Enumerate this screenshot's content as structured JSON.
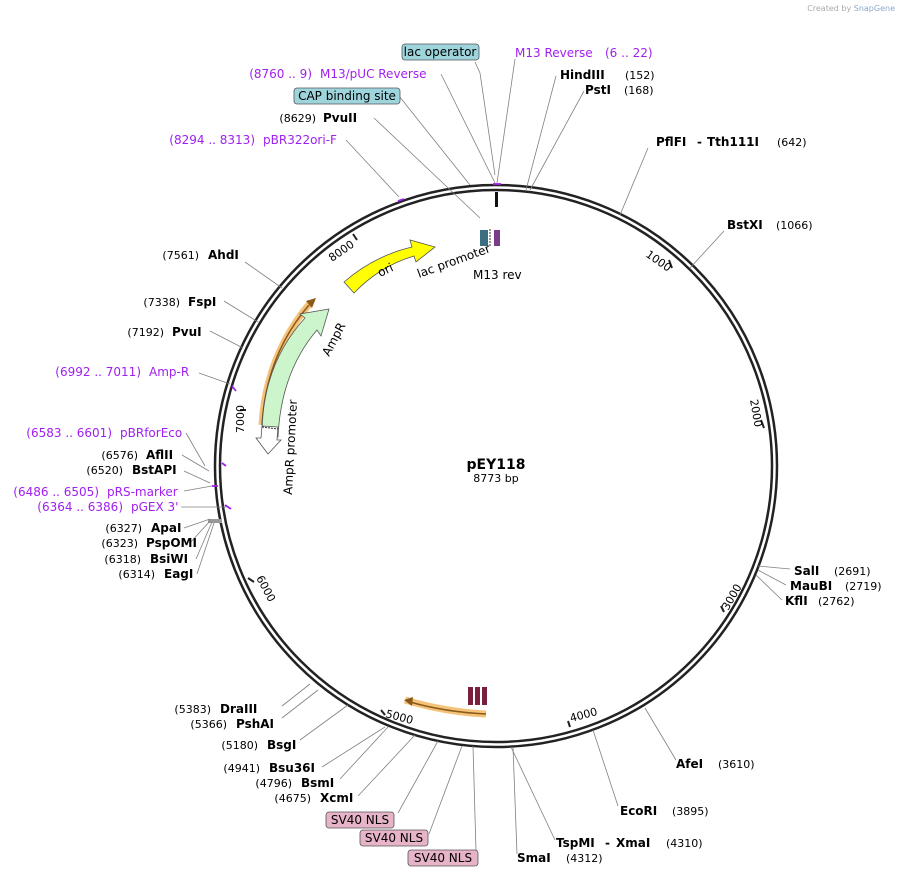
{
  "credit": {
    "prefix": "Created by",
    "brand": "SnapGene"
  },
  "plasmid": {
    "name": "pEY118",
    "size": "8773 bp"
  },
  "ticks": [
    "1000",
    "2000",
    "3000",
    "4000",
    "5000",
    "6000",
    "7000",
    "8000"
  ],
  "enzymes_right": [
    {
      "name": "HindIII",
      "pos": "(152)"
    },
    {
      "name": "PstI",
      "pos": "(168)"
    },
    {
      "name": "PflFI",
      "sep": "-",
      "name2": "Tth111I",
      "pos": "(642)"
    },
    {
      "name": "BstXI",
      "pos": "(1066)"
    },
    {
      "name": "SalI",
      "pos": "(2691)"
    },
    {
      "name": "MauBI",
      "pos": "(2719)"
    },
    {
      "name": "KflI",
      "pos": "(2762)"
    },
    {
      "name": "AfeI",
      "pos": "(3610)"
    },
    {
      "name": "EcoRI",
      "pos": "(3895)"
    },
    {
      "name": "TspMI",
      "sep": "-",
      "name2": "XmaI",
      "pos": "(4310)"
    },
    {
      "name": "SmaI",
      "pos": "(4312)"
    }
  ],
  "enzymes_left": [
    {
      "name": "PvuII",
      "pos": "(8629)"
    },
    {
      "name": "AhdI",
      "pos": "(7561)"
    },
    {
      "name": "FspI",
      "pos": "(7338)"
    },
    {
      "name": "PvuI",
      "pos": "(7192)"
    },
    {
      "name": "AflII",
      "pos": "(6576)"
    },
    {
      "name": "BstAPI",
      "pos": "(6520)"
    },
    {
      "name": "ApaI",
      "pos": "(6327)"
    },
    {
      "name": "PspOMI",
      "pos": "(6323)"
    },
    {
      "name": "BsiWI",
      "pos": "(6318)"
    },
    {
      "name": "EagI",
      "pos": "(6314)"
    },
    {
      "name": "DraIII",
      "pos": "(5383)"
    },
    {
      "name": "PshAI",
      "pos": "(5366)"
    },
    {
      "name": "BsgI",
      "pos": "(5180)"
    },
    {
      "name": "Bsu36I",
      "pos": "(4941)"
    },
    {
      "name": "BsmI",
      "pos": "(4796)"
    },
    {
      "name": "XcmI",
      "pos": "(4675)"
    }
  ],
  "primers": [
    {
      "name": "M13 Reverse",
      "range": "(6 .. 22)"
    },
    {
      "name": "M13/pUC Reverse",
      "range": "(8760 .. 9)"
    },
    {
      "name": "pBR322ori-F",
      "range": "(8294 .. 8313)"
    },
    {
      "name": "Amp-R",
      "range": "(6992 .. 7011)"
    },
    {
      "name": "pBRforEco",
      "range": "(6583 .. 6601)"
    },
    {
      "name": "pRS-marker",
      "range": "(6486 .. 6505)"
    },
    {
      "name": "pGEX 3'",
      "range": "(6364 .. 6386)"
    }
  ],
  "feature_boxes": {
    "lac_operator": "lac operator",
    "cap_site": "CAP binding site",
    "sv40_1": "SV40 NLS",
    "sv40_2": "SV40 NLS",
    "sv40_3": "SV40 NLS"
  },
  "features": {
    "ori": "ori",
    "ampr": "AmpR",
    "ampr_promoter": "AmpR promoter",
    "lac_promoter": "lac promoter",
    "m13_rev": "M13 rev"
  },
  "colors": {
    "backbone": "#222222",
    "ori": "#ffff00",
    "ampr": "#ccf5cc",
    "primer": "#a020f0",
    "orf": "#f5a623",
    "lac_operator_box": "#9ed4dc",
    "sv40_box": "#e6b3c8",
    "sv40_mark": "#7a1f3d"
  }
}
